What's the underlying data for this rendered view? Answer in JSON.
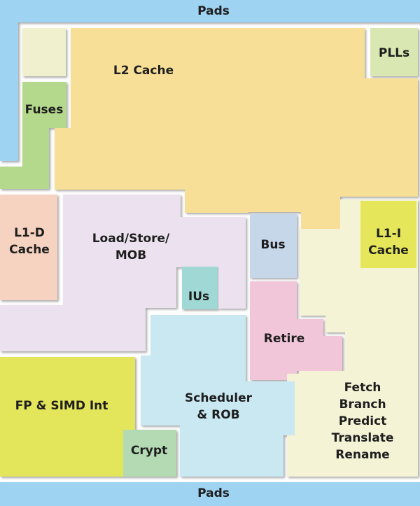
{
  "blocks": {
    "pads_top": {
      "label": "Pads",
      "color": "#9ed3f1"
    },
    "pads_bottom": {
      "label": "Pads",
      "color": "#9ed3f1"
    },
    "l2_cache": {
      "label": "L2 Cache",
      "color": "#f8df97"
    },
    "pll": {
      "label": "PLLs",
      "color": "#d9e8b2"
    },
    "fuses": {
      "label": "Fuses",
      "color": "#b5d98c"
    },
    "blank_top": {
      "label": "",
      "color": "#f1f0ce"
    },
    "l1d_cache": {
      "label": "L1-D\nCache",
      "color": "#f6d3c0"
    },
    "load_store": {
      "label": "Load/Store/\nMOB",
      "color": "#ece2ef"
    },
    "ius": {
      "label": "IUs",
      "color": "#9fd8d4"
    },
    "bus": {
      "label": "Bus",
      "color": "#c6d7ea"
    },
    "retire": {
      "label": "Retire",
      "color": "#f1c6d8"
    },
    "l1i_cache": {
      "label": "L1-I\nCache",
      "color": "#e5e65a"
    },
    "fetch": {
      "label": "Fetch\nBranch\nPredict\nTranslate\nRename",
      "color": "#f5f3d6"
    },
    "fp_simd": {
      "label": "FP & SIMD Int",
      "color": "#e3e55a"
    },
    "scheduler": {
      "label": "Scheduler\n& ROB",
      "color": "#c9e8f2"
    },
    "crypt": {
      "label": "Crypt",
      "color": "#b4dab4"
    }
  }
}
